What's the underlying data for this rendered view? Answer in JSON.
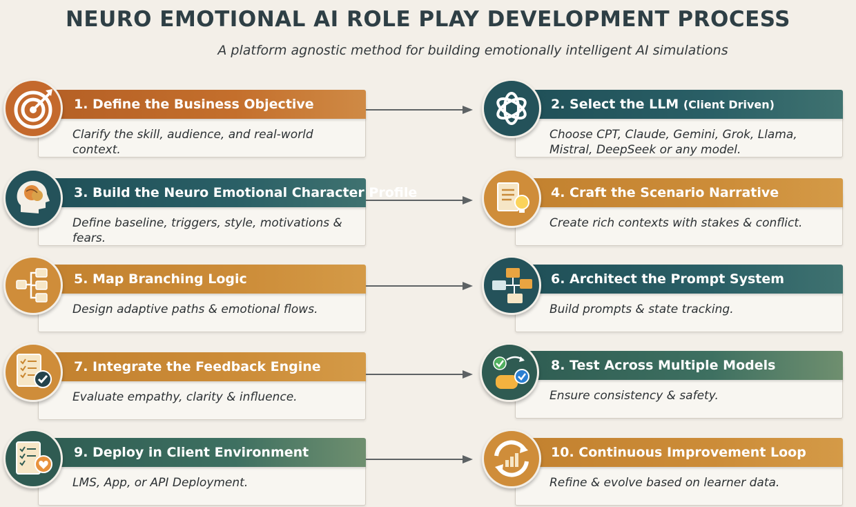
{
  "title": "NEURO EMOTIONAL AI ROLE PLAY DEVELOPMENT PROCESS",
  "subtitle": "A platform agnostic method for building emotionally intelligent AI simulations",
  "steps": [
    {
      "heading": "1. Define the Business Objective",
      "description": "Clarify the skill, audience, and real-world context.",
      "icon": "target-icon",
      "color": "#c4692c"
    },
    {
      "heading": "2. Select the LLM",
      "heading_suffix": "(Client Driven)",
      "description": "Choose CPT, Claude, Gemini, Grok, Llama, Mistral, DeepSeek or any model.",
      "icon": "llm-knot-icon",
      "color": "#24525a"
    },
    {
      "heading": "3. Build the Neuro Emotional Character Profile",
      "description": "Define baseline, triggers, style, motivations & fears.",
      "icon": "brain-head-icon",
      "color": "#24525a"
    },
    {
      "heading": "4. Craft the Scenario Narrative",
      "description": "Create rich contexts with stakes & conflict.",
      "icon": "document-lightbulb-icon",
      "color": "#cf8d3a"
    },
    {
      "heading": "5. Map Branching Logic",
      "description": "Design adaptive paths & emotional flows.",
      "icon": "flowchart-icon",
      "color": "#cf8d3a"
    },
    {
      "heading": "6. Architect the Prompt System",
      "description": "Build prompts & state tracking.",
      "icon": "prompt-boxes-icon",
      "color": "#24525a"
    },
    {
      "heading": "7. Integrate the Feedback Engine",
      "description": "Evaluate empathy, clarity & influence.",
      "icon": "checklist-badge-icon",
      "color": "#cf8d3a"
    },
    {
      "heading": "8. Test Across Multiple Models",
      "description": "Ensure consistency & safety.",
      "icon": "multi-model-check-icon",
      "color": "#2f5b52"
    },
    {
      "heading": "9. Deploy in Client Environment",
      "description": "LMS, App, or API Deployment.",
      "icon": "checklist-heart-icon",
      "color": "#2f5b52"
    },
    {
      "heading": "10. Continuous Improvement Loop",
      "description": "Refine & evolve based on learner data.",
      "icon": "cycle-chart-icon",
      "color": "#cf8d3a"
    }
  ]
}
